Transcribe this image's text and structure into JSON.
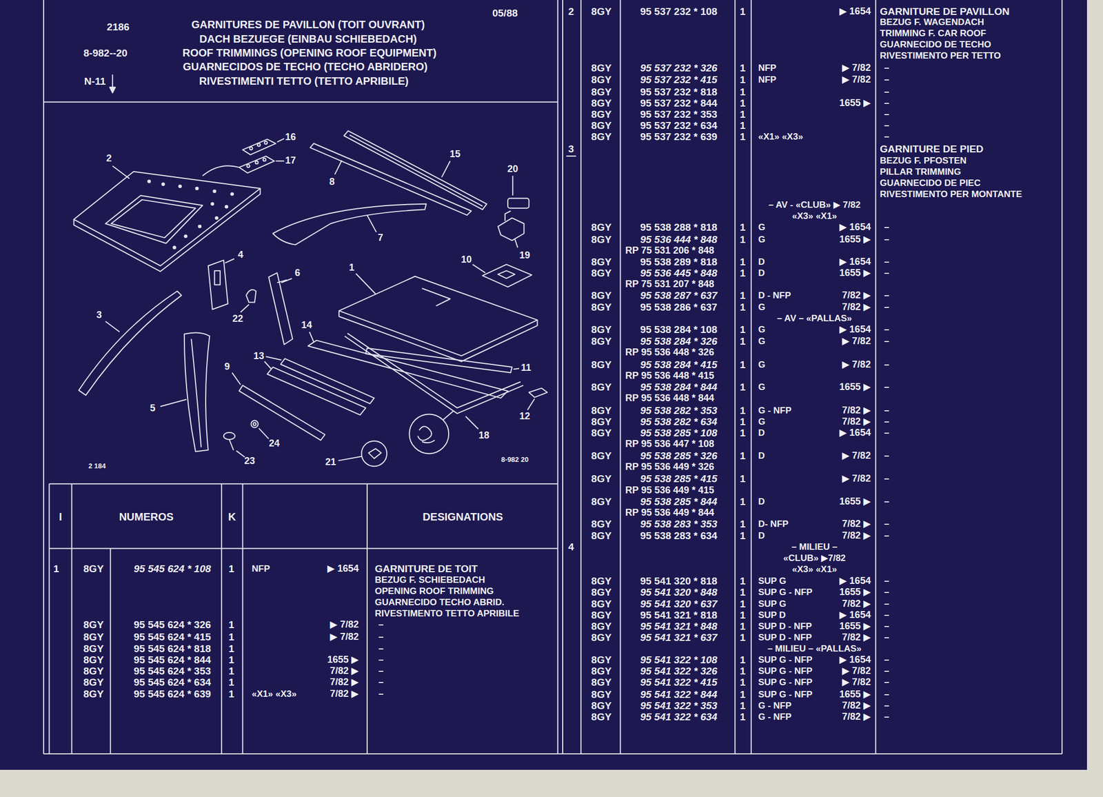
{
  "diagram": {
    "title": "GARNITURES DE PAVILLON (TOIT OUVRANT)",
    "labels": [
      "05/88",
      "2186",
      "DACH BEZUEGE (EINBAU SCHIEBEDACH)",
      "8-982--20",
      "ROOF TRIMMINGS (OPENING ROOF EQUIPMENT)",
      "GUARNECIDOS DE TECHO (TECHO ABRIDERO)",
      "N-11",
      "RIVESTIMENTI TETTO (TETTO APRIBILE)",
      "16",
      "15",
      "2",
      "17",
      "20",
      "8",
      "7",
      "4",
      "19",
      "10",
      "1",
      "6",
      "3",
      "22",
      "14",
      "13",
      "9",
      "11",
      "5",
      "12",
      "18",
      "24",
      "8-982 20",
      "23",
      "21",
      "2 184",
      "I",
      "NUMEROS",
      "K",
      "DESIGNATIONS",
      "1",
      "8GY",
      "95 545 624 * 108",
      "1",
      "NFP",
      "▶ 1654",
      "GARNITURE DE TOIT",
      "BEZUG F. SCHIEBEDACH",
      "OPENING ROOF TRIMMING",
      "GUARNECIDO TECHO ABRID.",
      "RIVESTIMENTO TETTO APRIBILE",
      "8GY",
      "95 545 624 * 326",
      "1",
      "▶ 7/82",
      "–",
      "8GY",
      "95 545 624 * 415",
      "1",
      "▶ 7/82",
      "–",
      "8GY",
      "95 545 624 * 818",
      "1",
      "–",
      "8GY",
      "95 545 624 * 844",
      "1",
      "1655 ▶",
      "–",
      "8GY",
      "95 545 624 * 353",
      "1",
      "7/82 ▶",
      "–",
      "8GY",
      "95 545 624 * 634",
      "1",
      "7/82 ▶",
      "–",
      "8GY",
      "95 545 624 * 639",
      "1",
      "«X1» «X3»",
      "7/82 ▶",
      "–",
      "2",
      "8GY",
      "95 537 232 * 108",
      "1",
      "▶ 1654",
      "GARNITURE DE PAVILLON",
      "BEZUG F. WAGENDACH",
      "TRIMMING F. CAR ROOF",
      "GUARNECIDO DE TECHO",
      "RIVESTIMENTO PER TETTO",
      "8GY",
      "95 537 232 * 326",
      "1",
      "NFP",
      "▶ 7/82",
      "–",
      "8GY",
      "95 537 232 * 415",
      "1",
      "NFP",
      "▶ 7/82",
      "–",
      "8GY",
      "95 537 232 * 818",
      "1",
      "–",
      "8GY",
      "95 537 232 * 844",
      "1",
      "1655 ▶",
      "–",
      "8GY",
      "95 537 232 * 353",
      "1",
      "–",
      "8GY",
      "95 537 232 * 634",
      "1",
      "–",
      "8GY",
      "95 537 232 * 639",
      "1",
      "«X1» «X3»",
      "–",
      "3",
      "GARNITURE DE PIED",
      "BEZUG F. PFOSTEN",
      "PILLAR TRIMMING",
      "GUARNECIDO DE PIEC",
      "RIVESTIMENTO PER MONTANTE",
      "– AV - «CLUB» ▶ 7/82",
      "«X3» «X1»",
      "8GY",
      "95 538 288 * 818",
      "1",
      "G",
      "▶ 1654",
      "–",
      "8GY",
      "95 536 444 * 848",
      "1",
      "G",
      "1655 ▶",
      "–",
      "RP 75 531 206 * 848",
      "8GY",
      "95 538 289 * 818",
      "1",
      "D",
      "▶ 1654",
      "–",
      "8GY",
      "95 536 445 * 848",
      "1",
      "D",
      "1655 ▶",
      "–",
      "RP 75 531 207 * 848",
      "8GY",
      "95 538 287 * 637",
      "1",
      "D - NFP",
      "7/82 ▶",
      "–",
      "8GY",
      "95 538 286 * 637",
      "1",
      "G",
      "7/82 ▶",
      "–",
      "– AV – «PALLAS»",
      "8GY",
      "95 538 284 * 108",
      "1",
      "G",
      "▶ 1654",
      "–",
      "8GY",
      "95 538 284 * 326",
      "1",
      "G",
      "▶ 7/82",
      "–",
      "RP 95 536 448 * 326",
      "8GY",
      "95 538 284 * 415",
      "1",
      "G",
      "▶ 7/82",
      "–",
      "RP 95 536 448 * 415",
      "8GY",
      "95 538 284 * 844",
      "1",
      "G",
      "1655 ▶",
      "–",
      "RP 95 536 448 * 844",
      "8GY",
      "95 538 282 * 353",
      "1",
      "G - NFP",
      "7/82 ▶",
      "–",
      "8GY",
      "95 538 282 * 634",
      "1",
      "G",
      "7/82 ▶",
      "–",
      "8GY",
      "95 538 285 * 108",
      "1",
      "D",
      "▶ 1654",
      "–",
      "RP 95 536 447 * 108",
      "8GY",
      "95 538 285 * 326",
      "1",
      "D",
      "▶ 7/82",
      "–",
      "RP 95 536 449 * 326",
      "8GY",
      "95 538 285 * 415",
      "1",
      "▶ 7/82",
      "–",
      "RP 95 536 449 * 415",
      "8GY",
      "95 538 285 * 844",
      "1",
      "D",
      "1655 ▶",
      "–",
      "RP 95 536 449 * 844",
      "8GY",
      "95 538 283 * 353",
      "1",
      "D- NFP",
      "7/82 ▶",
      "–",
      "8GY",
      "95 538 283 * 634",
      "1",
      "D",
      "7/82 ▶",
      "–",
      "4",
      "– MILIEU –",
      "«CLUB» ▶7/82",
      "«X3» «X1»",
      "8GY",
      "95 541 320 * 818",
      "1",
      "SUP G",
      "▶ 1654",
      "–",
      "8GY",
      "95 541 320 * 848",
      "1",
      "SUP G - NFP",
      "1655 ▶",
      "–",
      "8GY",
      "95 541 320 * 637",
      "1",
      "SUP G",
      "7/82 ▶",
      "–",
      "8GY",
      "95 541 321 * 818",
      "1",
      "SUP D",
      "▶ 1654",
      "–",
      "8GY",
      "95 541 321 * 848",
      "1",
      "SUP D - NFP",
      "1655 ▶",
      "–",
      "8GY",
      "95 541 321 * 637",
      "1",
      "SUP D - NFP",
      "7/82 ▶",
      "–",
      "– MILIEU – «PALLAS»",
      "8GY",
      "95 541 322 * 108",
      "1",
      "SUP G - NFP",
      "▶ 1654",
      "–",
      "8GY",
      "95 541 322 * 326",
      "1",
      "SUP G - NFP",
      "▶ 7/82",
      "–",
      "8GY",
      "95 541 322 * 415",
      "1",
      "SUP G - NFP",
      "▶ 7/82",
      "–",
      "8GY",
      "95 541 322 * 844",
      "1",
      "SUP G - NFP",
      "1655 ▶",
      "–",
      "8GY",
      "95 541 322 * 353",
      "1",
      "G - NFP",
      "7/82 ▶",
      "–",
      "8GY",
      "95 541 322 * 634",
      "1",
      "G - NFP",
      "7/82 ▶",
      "–"
    ]
  }
}
